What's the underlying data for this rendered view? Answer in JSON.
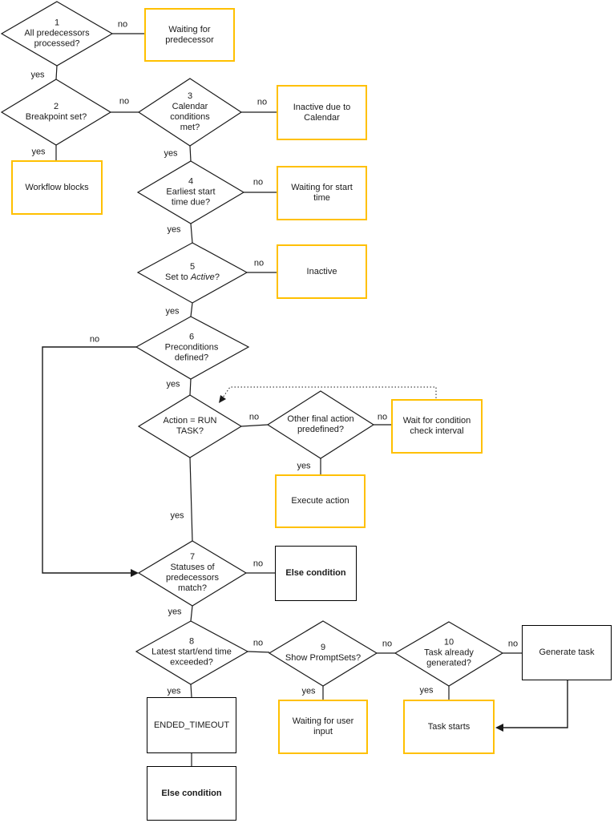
{
  "diagram": {
    "type": "flowchart",
    "colors": {
      "outcome_border": "#FFC000",
      "terminal_border": "#000000",
      "line": "#1A1A1A",
      "background": "#FFFFFF"
    }
  },
  "edge_labels": {
    "yes": "yes",
    "no": "no"
  },
  "decisions": {
    "d1": {
      "number": "1",
      "label": "All predecessors processed?"
    },
    "d2": {
      "number": "2",
      "label": "Breakpoint set?"
    },
    "d3": {
      "number": "3",
      "label": "Calendar conditions met?"
    },
    "d4": {
      "number": "4",
      "label": "Earliest start time due?"
    },
    "d5": {
      "number": "5",
      "label_pre": "Set to ",
      "label_em": "Active",
      "label_post": "?"
    },
    "d6": {
      "number": "6",
      "label": "Preconditions defined?"
    },
    "run_task": {
      "label": "Action = RUN TASK?"
    },
    "other_action": {
      "label": "Other final action predefined?"
    },
    "d7": {
      "number": "7",
      "label": "Statuses of predecessors match?"
    },
    "d8": {
      "number": "8",
      "label": "Latest start/end time exceeded?"
    },
    "d9": {
      "number": "9",
      "label": "Show PromptSets?"
    },
    "d10": {
      "number": "10",
      "label": "Task already generated?"
    }
  },
  "outcomes": {
    "waiting_for_predecessor": "Waiting for predecessor",
    "inactive_due_to_calendar": "Inactive due to Calendar",
    "workflow_blocks": "Workflow blocks",
    "waiting_for_start_time": "Waiting for start time",
    "inactive": "Inactive",
    "wait_for_condition_check_interval": "Wait for condition check interval",
    "execute_action": "Execute action",
    "else_condition_1": "Else condition",
    "generate_task": "Generate task",
    "ended_timeout": "ENDED_TIMEOUT",
    "else_condition_2": "Else condition",
    "waiting_for_user_input": "Waiting for user input",
    "task_starts": "Task starts"
  }
}
